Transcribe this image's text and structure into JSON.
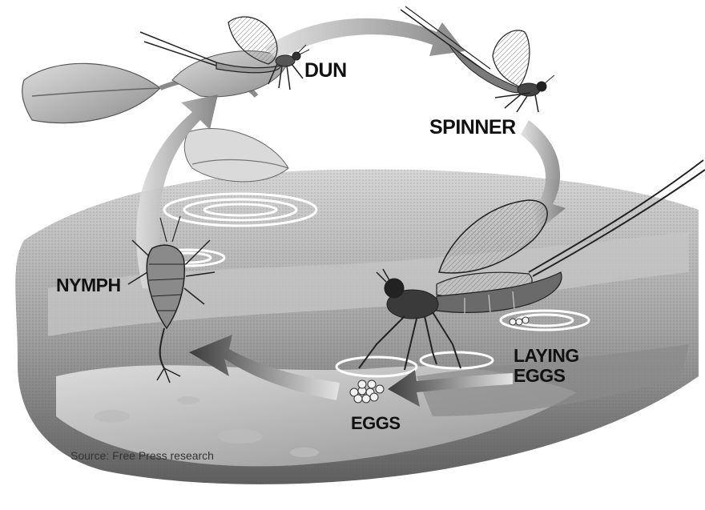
{
  "labels": {
    "dun": "DUN",
    "spinner": "SPINNER",
    "nymph": "NYMPH",
    "laying_eggs": [
      "LAYING",
      "EGGS"
    ],
    "eggs": "EGGS"
  },
  "source": "Source: Free Press research",
  "colors": {
    "water_light": "#d0d0d0",
    "water_dark": "#6a6a6a",
    "arrow": "#9a9a9a",
    "arrow_dark": "#4a4a4a",
    "leaf": "#b8b8b8",
    "insect": "#222222",
    "wing": "#e6e6e6"
  }
}
